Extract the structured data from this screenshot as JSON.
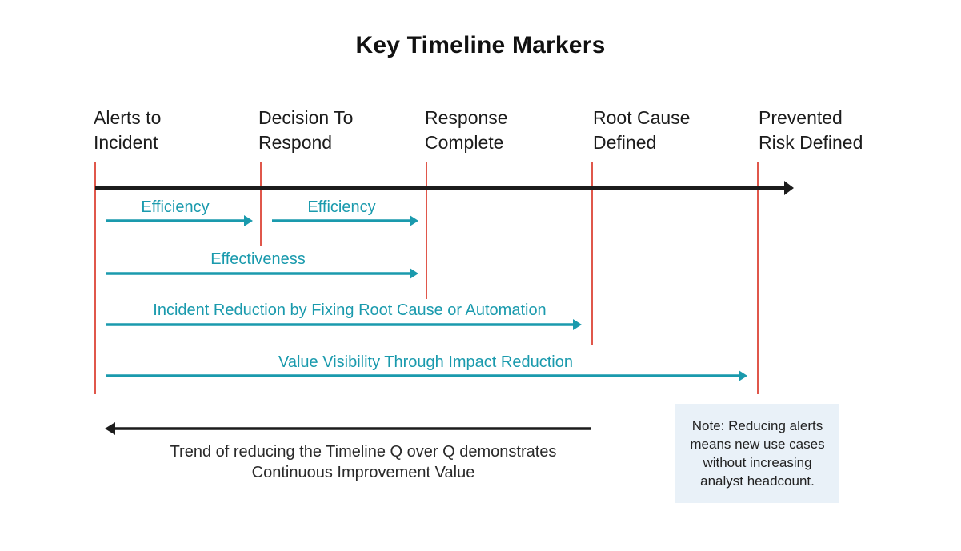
{
  "title": "Key Timeline Markers",
  "markers": [
    {
      "line1": "Alerts to",
      "line2": "Incident"
    },
    {
      "line1": "Decision To",
      "line2": "Respond"
    },
    {
      "line1": "Response",
      "line2": "Complete"
    },
    {
      "line1": "Root Cause",
      "line2": "Defined"
    },
    {
      "line1": "Prevented",
      "line2": "Risk Defined"
    }
  ],
  "segments": [
    {
      "label": "Efficiency"
    },
    {
      "label": "Efficiency"
    },
    {
      "label": "Effectiveness"
    },
    {
      "label": "Incident Reduction by Fixing Root Cause or Automation"
    },
    {
      "label": "Value Visibility Through Impact Reduction"
    }
  ],
  "trend": {
    "line1": "Trend of reducing the Timeline Q over Q demonstrates",
    "line2": "Continuous Improvement Value"
  },
  "note": {
    "line1": "Note: Reducing alerts",
    "line2": "means new use cases",
    "line3": "without increasing",
    "line4": "analyst headcount."
  },
  "colors": {
    "timeline": "#1c1c1c",
    "marker_line": "#e0574b",
    "segment": "#1a9aad",
    "note_background": "#e9f1f8"
  }
}
